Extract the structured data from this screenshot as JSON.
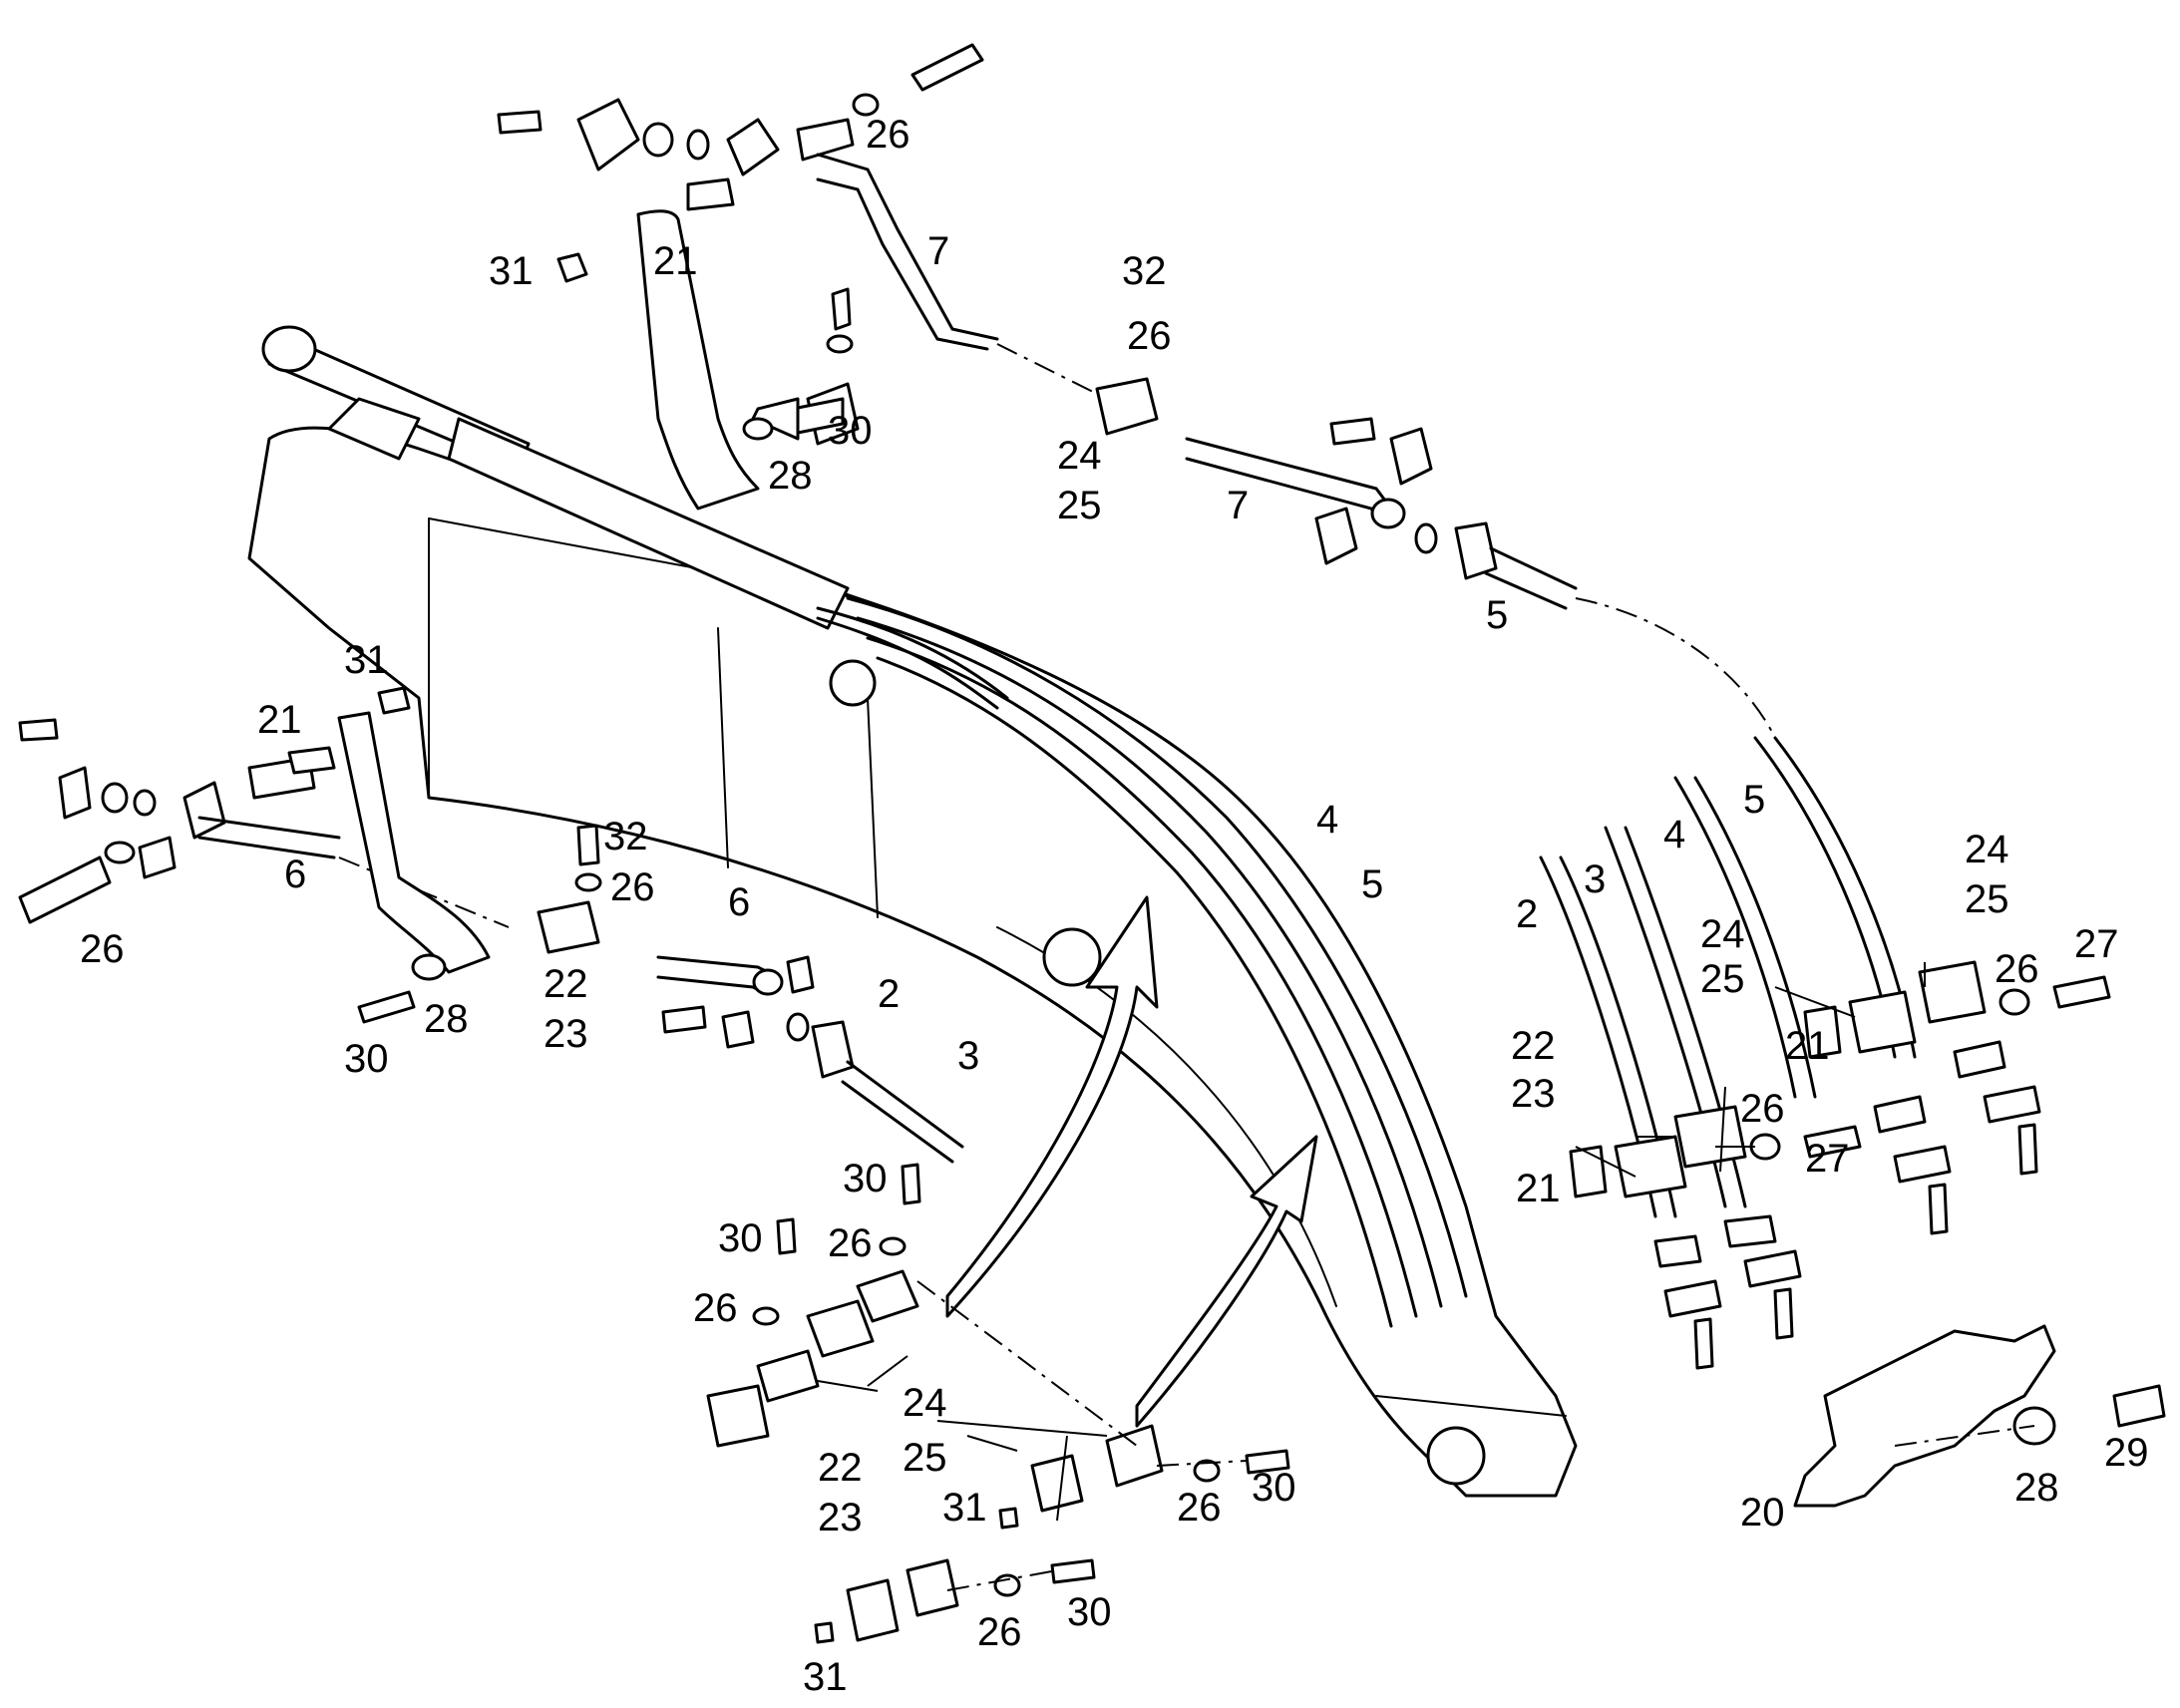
{
  "callouts": [
    {
      "id": "c26-top",
      "text": "26"
    },
    {
      "id": "c7-top",
      "text": "7"
    },
    {
      "id": "c31-top",
      "text": "31"
    },
    {
      "id": "c21-top",
      "text": "21"
    },
    {
      "id": "c32-top",
      "text": "32"
    },
    {
      "id": "c26-mid",
      "text": "26"
    },
    {
      "id": "c30-top",
      "text": "30"
    },
    {
      "id": "c28-top",
      "text": "28"
    },
    {
      "id": "c24-top",
      "text": "24"
    },
    {
      "id": "c25-top",
      "text": "25"
    },
    {
      "id": "c7-mid",
      "text": "7"
    },
    {
      "id": "c5-top",
      "text": "5"
    },
    {
      "id": "c31-left",
      "text": "31"
    },
    {
      "id": "c21-left",
      "text": "21"
    },
    {
      "id": "c6-left",
      "text": "6"
    },
    {
      "id": "c26-left",
      "text": "26"
    },
    {
      "id": "c32-left",
      "text": "32"
    },
    {
      "id": "c26-left2",
      "text": "26"
    },
    {
      "id": "c6-mid",
      "text": "6"
    },
    {
      "id": "c22-left",
      "text": "22"
    },
    {
      "id": "c23-left",
      "text": "23"
    },
    {
      "id": "c28-left",
      "text": "28"
    },
    {
      "id": "c30-left",
      "text": "30"
    },
    {
      "id": "c2-mid",
      "text": "2"
    },
    {
      "id": "c3-mid",
      "text": "3"
    },
    {
      "id": "c4-mid",
      "text": "4"
    },
    {
      "id": "c5-mid",
      "text": "5"
    },
    {
      "id": "c2-right",
      "text": "2"
    },
    {
      "id": "c3-right",
      "text": "3"
    },
    {
      "id": "c4-right",
      "text": "4"
    },
    {
      "id": "c5-right",
      "text": "5"
    },
    {
      "id": "c24-right1",
      "text": "24"
    },
    {
      "id": "c25-right1",
      "text": "25"
    },
    {
      "id": "c24-right2",
      "text": "24"
    },
    {
      "id": "c25-right2",
      "text": "25"
    },
    {
      "id": "c26-right1",
      "text": "26"
    },
    {
      "id": "c27-right1",
      "text": "27"
    },
    {
      "id": "c22-right",
      "text": "22"
    },
    {
      "id": "c23-right",
      "text": "23"
    },
    {
      "id": "c21-right1",
      "text": "21"
    },
    {
      "id": "c26-right2",
      "text": "26"
    },
    {
      "id": "c27-right2",
      "text": "27"
    },
    {
      "id": "c21-right2",
      "text": "21"
    },
    {
      "id": "c30-low1",
      "text": "30"
    },
    {
      "id": "c30-low2",
      "text": "30"
    },
    {
      "id": "c26-low1",
      "text": "26"
    },
    {
      "id": "c26-low2",
      "text": "26"
    },
    {
      "id": "c24-low",
      "text": "24"
    },
    {
      "id": "c22-low",
      "text": "22"
    },
    {
      "id": "c25-low",
      "text": "25"
    },
    {
      "id": "c23-low",
      "text": "23"
    },
    {
      "id": "c31-low1",
      "text": "31"
    },
    {
      "id": "c26-low3",
      "text": "26"
    },
    {
      "id": "c30-low3",
      "text": "30"
    },
    {
      "id": "c26-low4",
      "text": "26"
    },
    {
      "id": "c30-low4",
      "text": "30"
    },
    {
      "id": "c31-low2",
      "text": "31"
    },
    {
      "id": "c20",
      "text": "20"
    },
    {
      "id": "c28-right",
      "text": "28"
    },
    {
      "id": "c29",
      "text": "29"
    }
  ]
}
